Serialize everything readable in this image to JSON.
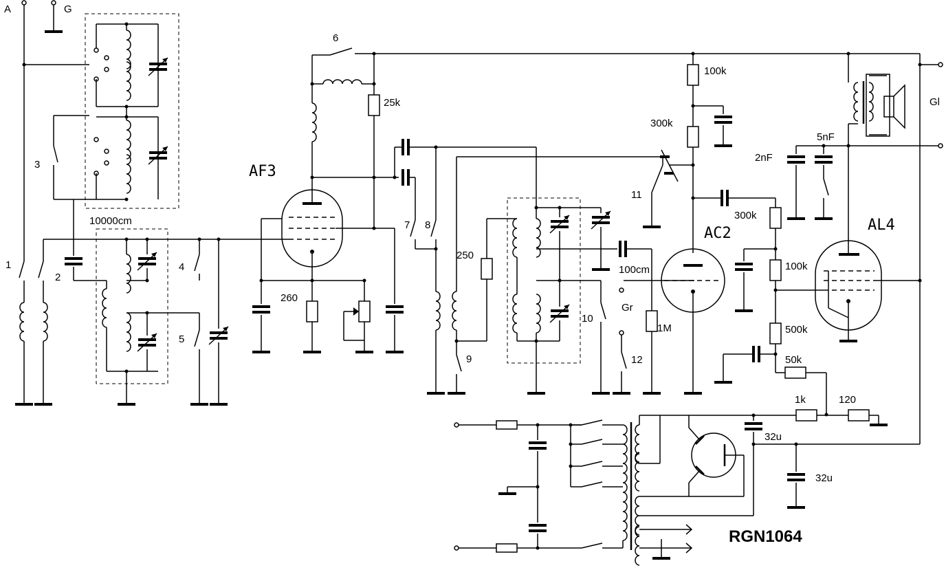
{
  "title": "RGN1064",
  "terminals": {
    "antenna": "A",
    "ground": "G",
    "gramophone_in": "Gr",
    "gramophone_out": "Gl"
  },
  "tubes": [
    "AF3",
    "AC2",
    "AL4"
  ],
  "switch_numbers": [
    "1",
    "2",
    "3",
    "4",
    "5",
    "6",
    "7",
    "8",
    "9",
    "10",
    "11",
    "12"
  ],
  "component_values": {
    "c_10000cm": "10000cm",
    "r_25k": "25k",
    "r_260": "260",
    "r_250": "250",
    "c_100cm": "100cm",
    "r_1M": "1M",
    "r_100k_top": "100k",
    "r_300k_top": "300k",
    "r_300k_mid": "300k",
    "r_100k_mid": "100k",
    "r_500k": "500k",
    "r_50k": "50k",
    "r_1k": "1k",
    "r_120": "120",
    "c_2nF": "2nF",
    "c_5nF": "5nF",
    "c_32u_a": "32u",
    "c_32u_b": "32u"
  }
}
